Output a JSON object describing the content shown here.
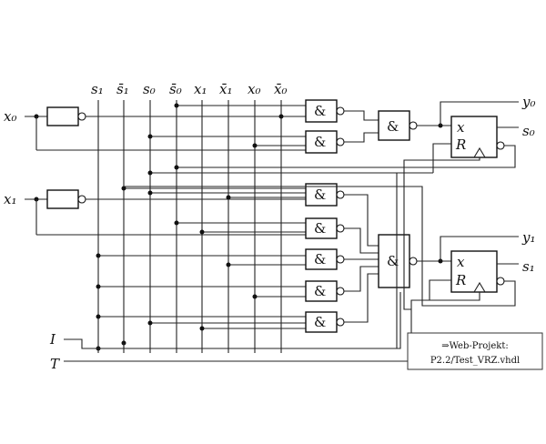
{
  "column_labels": [
    "s₁",
    "s̄₁",
    "s₀",
    "s̄₀",
    "x₁",
    "x̄₁",
    "x₀",
    "x̄₀"
  ],
  "inputs": {
    "x0": "x₀",
    "x1": "x₁",
    "I": "I",
    "T": "T"
  },
  "outputs": {
    "y0": "y₀",
    "s0": "s₀",
    "y1": "y₁",
    "s1": "s₁"
  },
  "gate_symbol": "&",
  "flipflop": {
    "x": "x",
    "r": "R"
  },
  "note": {
    "line1": "⇒Web-Projekt:",
    "line2": "P2.2/Test_VRZ.vhdl"
  }
}
